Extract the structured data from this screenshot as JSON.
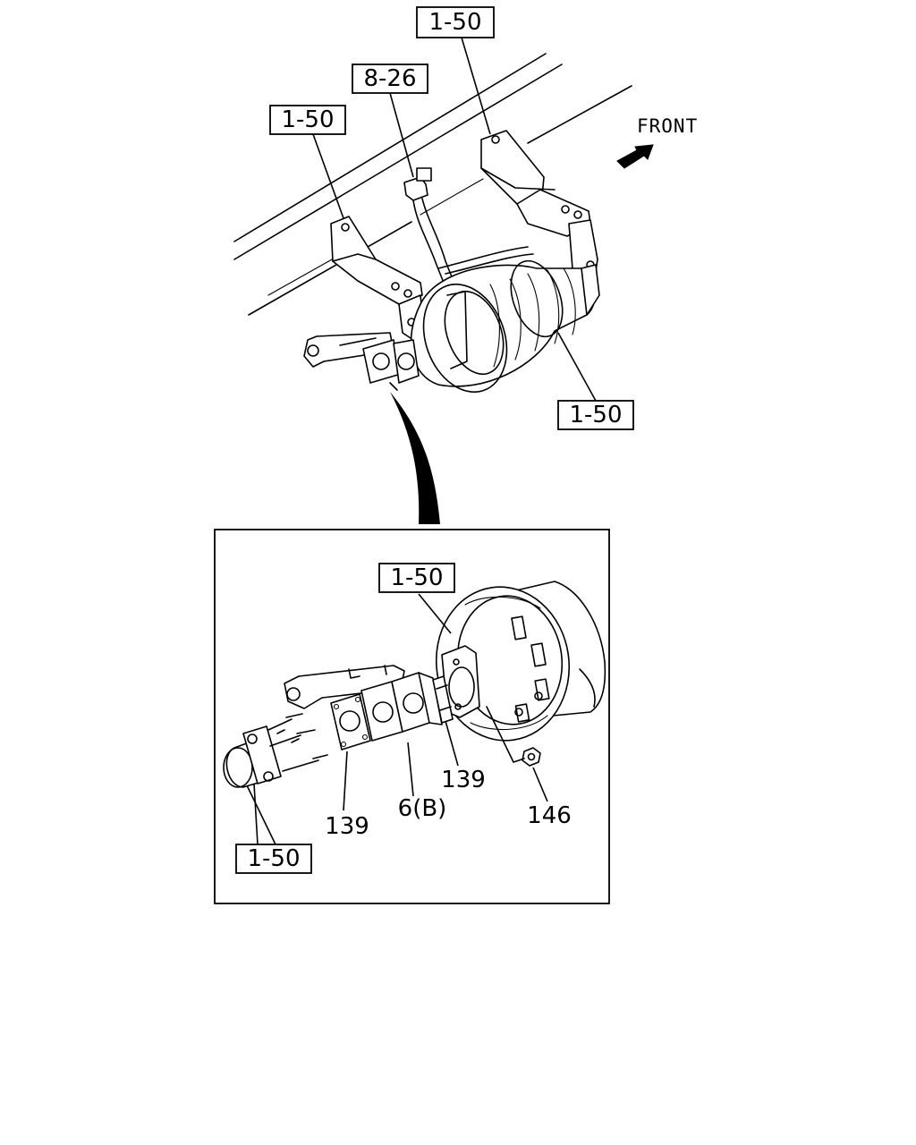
{
  "front_label": "FRONT",
  "reference_labels": {
    "top_right": "1-50",
    "top_center": "8-26",
    "top_left": "1-50",
    "converter_body": "1-50",
    "detail_turbo": "1-50",
    "detail_pipe": "1-50"
  },
  "part_numbers": {
    "gasket_right": "139",
    "gasket_left": "139",
    "adapter": "6(B)",
    "nut": "146"
  },
  "icons": {
    "front_arrow": "arrow-icon",
    "detail_pointer": "curved-pointer-icon"
  }
}
